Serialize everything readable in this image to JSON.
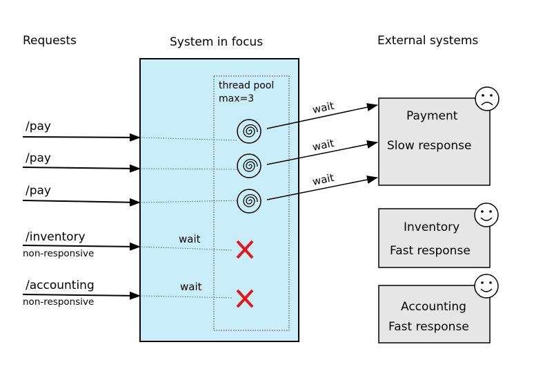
{
  "headers": {
    "requests": "Requests",
    "system": "System in focus",
    "external": "External systems"
  },
  "thread_pool": {
    "line1": "thread pool",
    "line2": "max=3"
  },
  "requests": [
    {
      "path": "/pay",
      "note": ""
    },
    {
      "path": "/pay",
      "note": ""
    },
    {
      "path": "/pay",
      "note": ""
    },
    {
      "path": "/inventory",
      "note": "non-responsive"
    },
    {
      "path": "/accounting",
      "note": "non-responsive"
    }
  ],
  "internal_wait": "wait",
  "external_wait": "wait",
  "externals": [
    {
      "name": "Payment",
      "response": "Slow response",
      "mood": "sad"
    },
    {
      "name": "Inventory",
      "response": "Fast response",
      "mood": "happy"
    },
    {
      "name": "Accounting",
      "response": "Fast response",
      "mood": "happy"
    }
  ],
  "colors": {
    "system_fill": "#c9eef9",
    "external_fill": "#e6e6e6",
    "blocked_mark": "#e8161b"
  },
  "icons": {
    "thread": "spiral-icon",
    "blocked": "cross-icon",
    "sad": "sad-face-icon",
    "happy": "happy-face-icon"
  }
}
